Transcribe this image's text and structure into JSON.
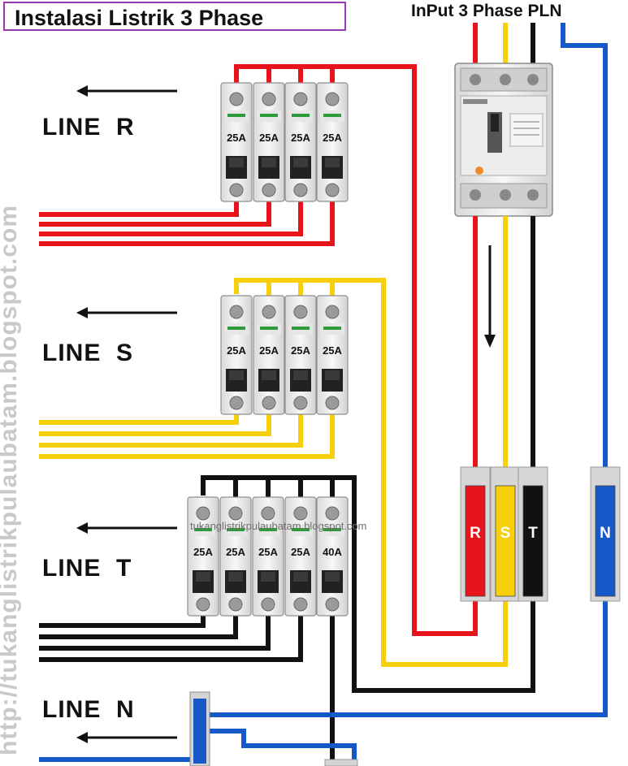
{
  "header": {
    "title": "Instalasi Listrik 3 Phase",
    "input_label": "InPut 3 Phase PLN"
  },
  "lines": [
    {
      "label": "LINE  R",
      "phase": "R"
    },
    {
      "label": "LINE  S",
      "phase": "S"
    },
    {
      "label": "LINE  T",
      "phase": "T"
    },
    {
      "label": "LINE  N",
      "phase": "N"
    }
  ],
  "breakers": {
    "R": [
      "25A",
      "25A",
      "25A",
      "25A"
    ],
    "S": [
      "25A",
      "25A",
      "25A",
      "25A"
    ],
    "T": [
      "25A",
      "25A",
      "25A",
      "25A",
      "40A"
    ]
  },
  "busbars": [
    "R",
    "S",
    "T",
    "N"
  ],
  "watermark_vertical": "http://tukanglistrikpulaubatam.blogspot.com",
  "watermark_horizontal": "tukanglistrikpulaubatam.blogspot.com",
  "colors": {
    "R": "#e8141b",
    "S": "#f7cf0a",
    "T": "#111111",
    "N": "#1558c8"
  }
}
